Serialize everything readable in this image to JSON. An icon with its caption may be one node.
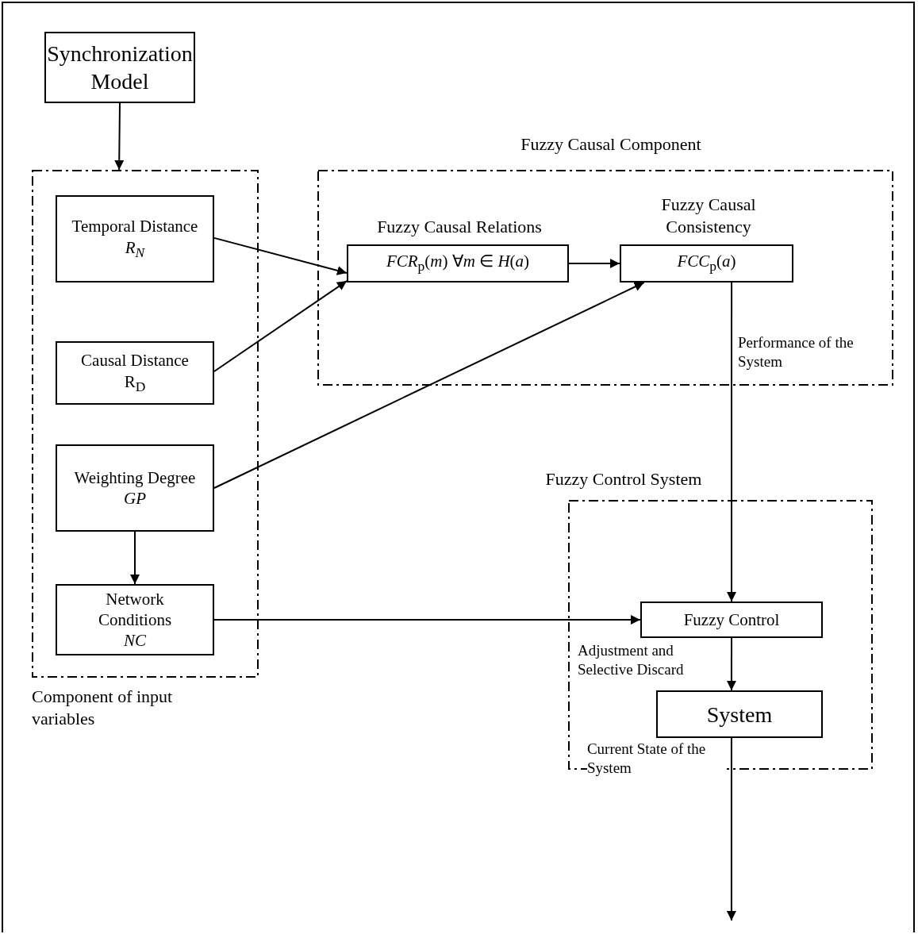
{
  "diagram": {
    "nodes": [
      {
        "text": [
          "Synchronization Model"
        ]
      },
      {
        "text": [
          "Component of input variables"
        ]
      },
      {
        "text": [
          "Temporal Distance",
          "R$_{N}$"
        ],
        "in": 1
      },
      {
        "text": [
          "Causal Distance",
          "R$_{D}$"
        ],
        "in": 1
      },
      {
        "text": [
          "Weighting Degree",
          "GP"
        ],
        "in": 1
      },
      {
        "text": [
          "Network Conditions",
          "NC"
        ],
        "in": 1
      },
      {
        "text": [
          "Fuzzy Causal Component"
        ]
      },
      {
        "text": [
          "Fuzzy Causal Relations",
          "*FCR*$_{p}$(*m*) ∀*m* ∈ *H*(*a*)"
        ],
        "in": 6
      },
      {
        "text": [
          "Fuzzy Causal Consistency",
          "*FCC*$_{p}$(*a*)"
        ],
        "in": 6
      },
      {
        "text": [
          "Fuzzy Control System"
        ]
      },
      {
        "text": [
          "Fuzzy Control"
        ],
        "in": 9
      },
      {
        "text": [
          "System"
        ],
        "in": 9
      }
    ],
    "edges": [
      {
        "from": 0,
        "to": 1,
        "arrow": "to"
      },
      {
        "from": 2,
        "to": 7,
        "arrow": "to"
      },
      {
        "from": 3,
        "to": 7,
        "arrow": "to"
      },
      {
        "from": 7,
        "to": 8,
        "arrow": "to"
      },
      {
        "from": 4,
        "to": 8,
        "arrow": "to"
      },
      {
        "from": 4,
        "to": 5,
        "arrow": "to"
      },
      {
        "from": 8,
        "to": 10,
        "arrow": "to",
        "label": "Performance of the System"
      },
      {
        "from": 5,
        "to": 10,
        "arrow": "to"
      },
      {
        "from": 10,
        "to": 11,
        "arrow": "to",
        "label": "Adjustment and Selective Discard"
      },
      {
        "from": 11,
        "to": null,
        "arrow": "to",
        "label": "Current State of the System"
      }
    ]
  }
}
